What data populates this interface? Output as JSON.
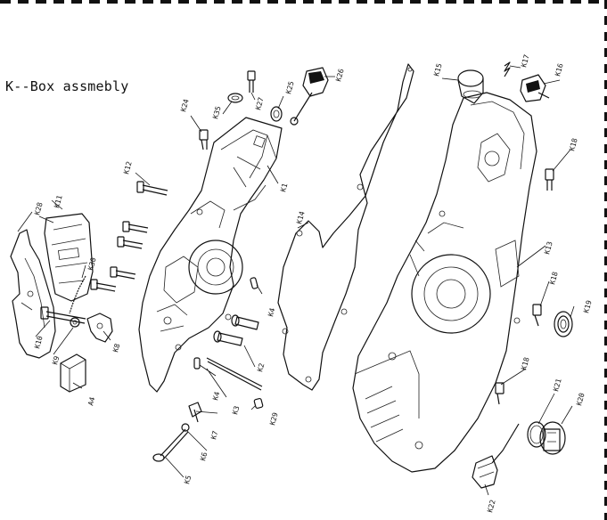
{
  "title": "K--Box assmebly",
  "callouts": {
    "k1": "K1",
    "k2": "K2",
    "k3": "K3",
    "k4": "K4",
    "k4b": "K4",
    "k5": "K5",
    "k6": "K6",
    "k7": "K7",
    "k8": "K8",
    "k9": "K9",
    "k10": "K10",
    "k11": "K11",
    "k12": "K12",
    "k13": "K13",
    "k14": "K14",
    "k15": "K15",
    "k16": "K16",
    "k17": "K17",
    "k18a": "K18",
    "k18b": "K18",
    "k18c": "K18",
    "k19": "K19",
    "k20": "K20",
    "k21": "K21",
    "k22": "K22",
    "k24": "K24",
    "k25": "K25",
    "k26": "K26",
    "k27": "K27",
    "k28": "K28",
    "k29": "K29",
    "k30": "K30",
    "k35": "K35",
    "a4": "A4"
  }
}
